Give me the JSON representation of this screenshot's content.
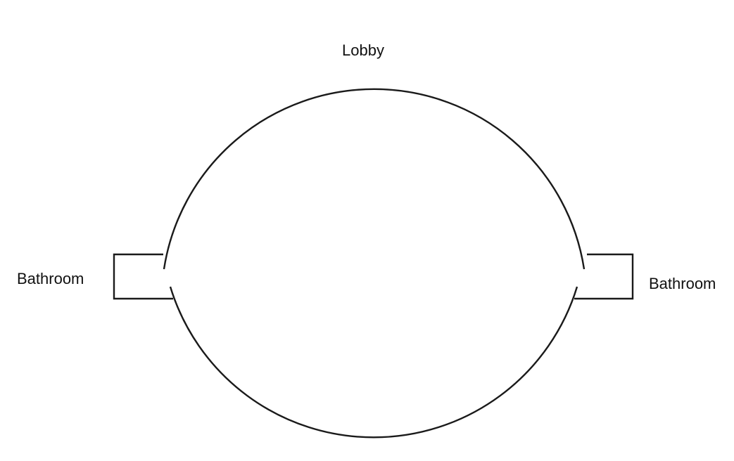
{
  "floor_plan": {
    "lobby": {
      "label": "Lobby"
    },
    "left_room": {
      "label": "Bathroom"
    },
    "right_room": {
      "label": "Bathroom"
    }
  }
}
